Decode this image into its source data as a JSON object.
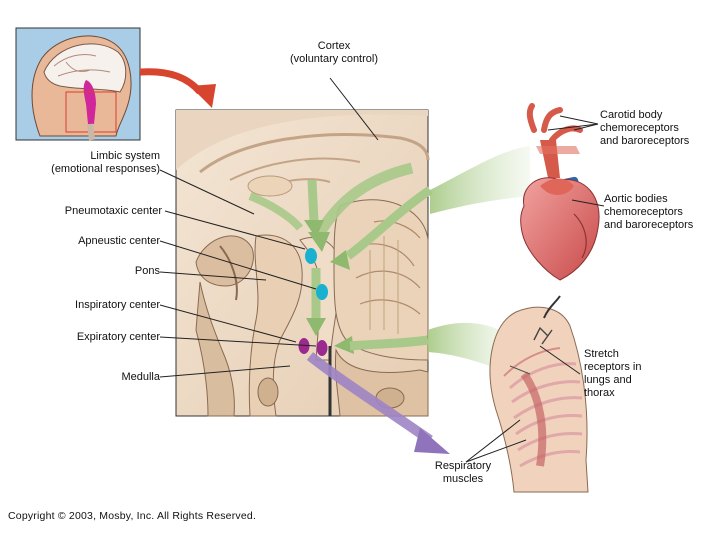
{
  "labels": {
    "cortex": [
      "Cortex",
      "(voluntary control)"
    ],
    "limbic": [
      "Limbic system",
      "(emotional responses)"
    ],
    "pneumotaxic": "Pneumotaxic center",
    "apneustic": "Apneustic center",
    "pons": "Pons",
    "inspiratory": "Inspiratory center",
    "expiratory": "Expiratory center",
    "medulla": "Medulla",
    "carotid": [
      "Carotid body",
      "chemoreceptors",
      "and baroreceptors"
    ],
    "aortic": [
      "Aortic bodies",
      "chemoreceptors",
      "and baroreceptors"
    ],
    "stretch": [
      "Stretch",
      "receptors in",
      "lungs and",
      "thorax"
    ],
    "respiratory": [
      "Respiratory",
      "muscles"
    ]
  },
  "copyright": "Copyright © 2003, Mosby, Inc. All Rights Reserved.",
  "colors": {
    "pons_centers": "#1ab0d0",
    "medulla_centers": "#9b2a8e",
    "input_arrows": "#a9c98a",
    "output_arrow": "#9e84c4",
    "locator_arrow": "#d8452f"
  }
}
